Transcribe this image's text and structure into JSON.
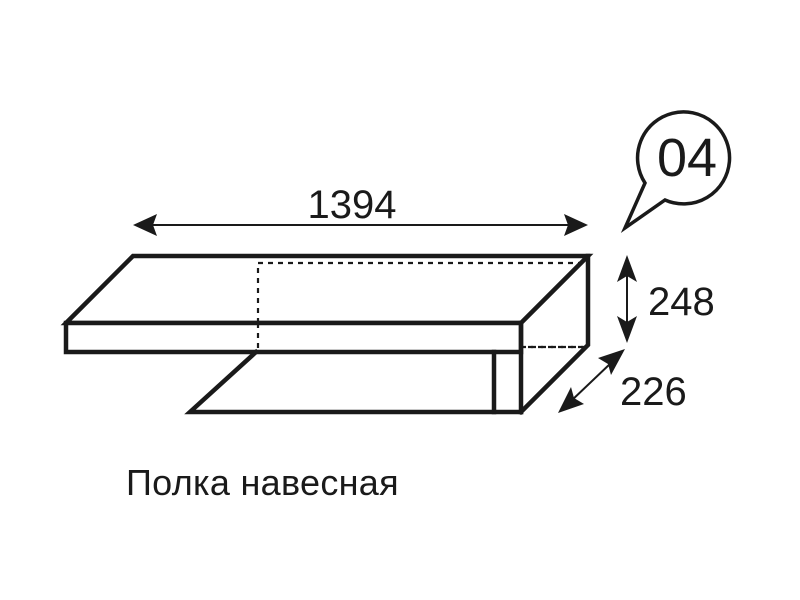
{
  "item": {
    "number": "04",
    "caption": "Полка навесная"
  },
  "dimensions": {
    "width": "1394",
    "height": "248",
    "depth": "226"
  },
  "colors": {
    "line": "#1a1a1a",
    "background": "#ffffff"
  }
}
